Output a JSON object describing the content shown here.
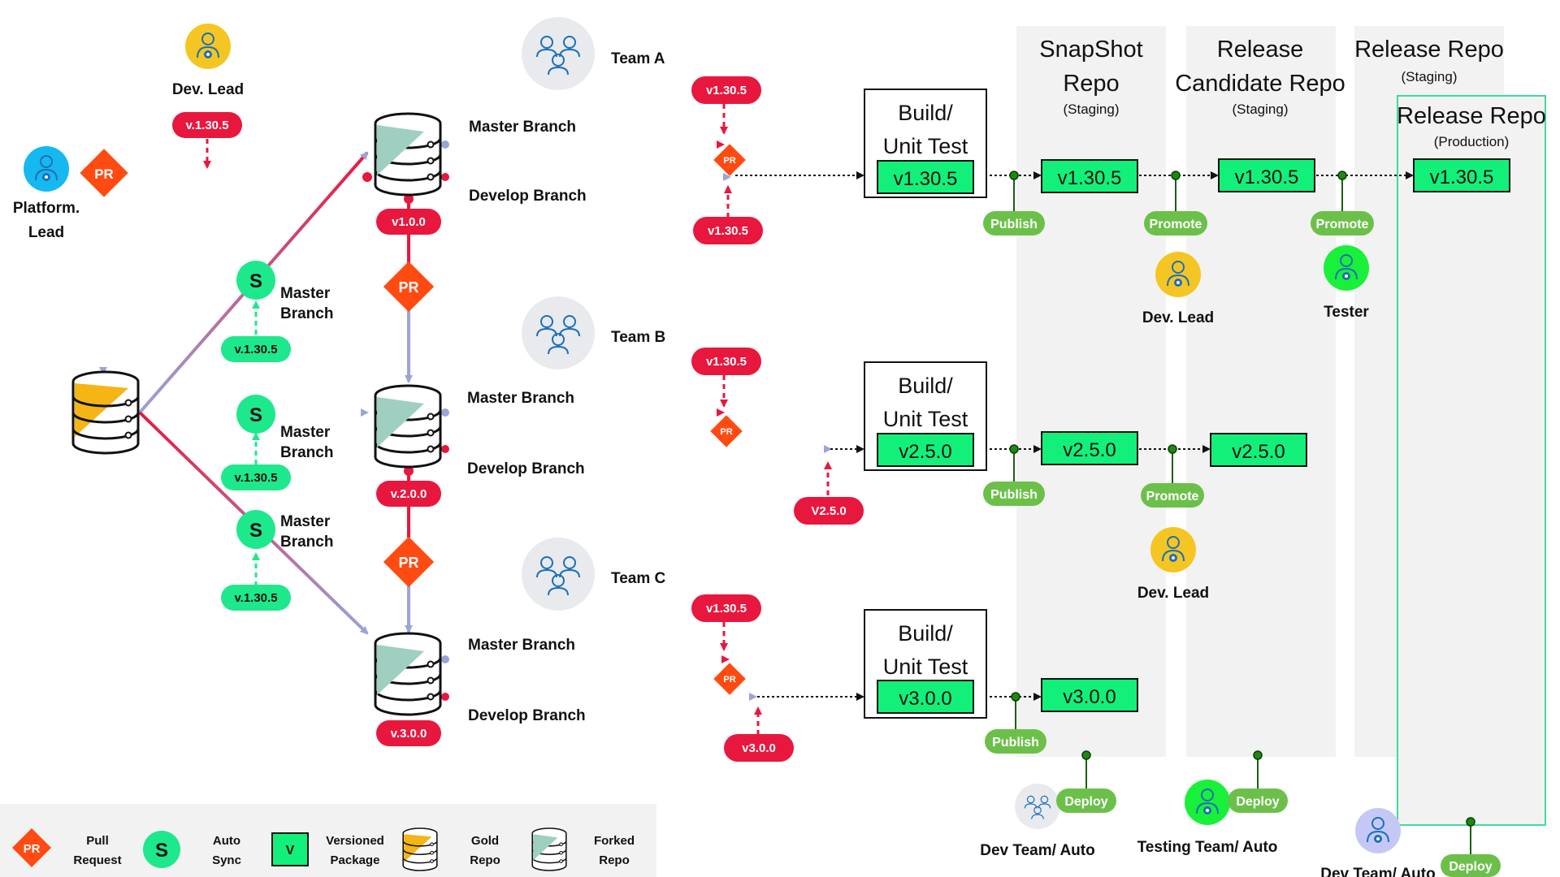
{
  "colors": {
    "red": "#e8173e",
    "orange": "#ff4b12",
    "periwinkle": "#9aa4d8",
    "green_pkg": "#12f07a",
    "green_pill": "#6cc04a",
    "mint": "#1ee88c",
    "yellow": "#f5c623",
    "cyan": "#16b8f0",
    "lime": "#19f03a",
    "lavender": "#c5c8f5",
    "gray_panel": "#f2f2f2",
    "teal_border": "#3ddc9a"
  },
  "people": {
    "platform_lead": {
      "line1": "Platform.",
      "line2": "Lead",
      "icon": "user-gear-icon"
    },
    "dev_lead_top": {
      "label": "Dev. Lead",
      "icon": "user-gear-icon"
    },
    "dev_lead_mid": {
      "label": "Dev. Lead",
      "icon": "user-gear-icon"
    },
    "dev_lead_low": {
      "label": "Dev. Lead",
      "icon": "user-gear-icon"
    },
    "tester": {
      "label": "Tester",
      "icon": "user-gear-icon"
    },
    "dev_team_auto": {
      "label": "Dev Team/ Auto",
      "icon": "team-icon"
    },
    "testing_team_auto": {
      "label": "Testing Team/ Auto",
      "icon": "user-gear-icon"
    },
    "dev_team_auto_2": {
      "label": "Dev Team/ Auto",
      "icon": "user-gear-icon"
    }
  },
  "teams": {
    "a": "Team A",
    "b": "Team B",
    "c": "Team C"
  },
  "pr_label": "PR",
  "sync_label": "S",
  "branches": {
    "master": "Master Branch",
    "develop": "Develop Branch",
    "sync_line1": "Master",
    "sync_line2": "Branch"
  },
  "tags": {
    "gold_pr_tag": "v.1.30.5",
    "fork_a": "v1.0.0",
    "fork_b": "v.2.0.0",
    "fork_c": "v.3.0.0",
    "a_master": "v1.30.5",
    "a_develop": "v1.30.5",
    "b_master": "v1.30.5",
    "b_develop": "V2.5.0",
    "c_master": "v1.30.5",
    "c_develop": "v3.0.0",
    "sync_1": "v.1.30.5",
    "sync_2": "v.1.30.5",
    "sync_3": "v.1.30.5"
  },
  "build": {
    "line1": "Build/",
    "line2": "Unit Test"
  },
  "packages": {
    "a_build": "v1.30.5",
    "a_snapshot": "v1.30.5",
    "a_rc": "v1.30.5",
    "a_release": "v1.30.5",
    "b_build": "v2.5.0",
    "b_snapshot": "v2.5.0",
    "b_rc": "v2.5.0",
    "c_build": "v3.0.0",
    "c_snapshot": "v3.0.0"
  },
  "actions": {
    "publish": "Publish",
    "promote": "Promote",
    "deploy": "Deploy"
  },
  "columns": {
    "snapshot": {
      "line1": "SnapShot",
      "line2": "Repo",
      "sub": "(Staging)"
    },
    "rc": {
      "line1": "Release",
      "line2": "Candidate Repo",
      "sub": "(Staging)"
    },
    "release_staging": {
      "line1": "Release Repo",
      "sub": "(Staging)"
    },
    "release_prod": {
      "line1": "Release Repo",
      "sub": "(Production)"
    }
  },
  "legend": {
    "pr": {
      "symbol": "PR",
      "line1": "Pull",
      "line2": "Request"
    },
    "sync": {
      "symbol": "S",
      "line1": "Auto",
      "line2": "Sync"
    },
    "pkg": {
      "symbol": "V",
      "line1": "Versioned",
      "line2": "Package"
    },
    "gold": {
      "line1": "Gold",
      "line2": "Repo"
    },
    "forked": {
      "line1": "Forked",
      "line2": "Repo"
    }
  }
}
